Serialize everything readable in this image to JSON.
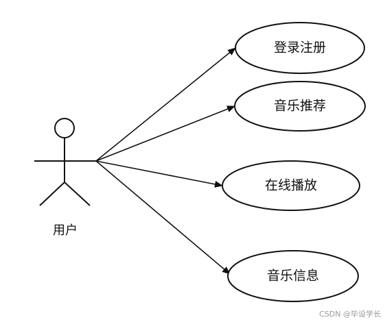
{
  "actor": {
    "label": "用户"
  },
  "use_cases": [
    {
      "label": "登录注册"
    },
    {
      "label": "音乐推荐"
    },
    {
      "label": "在线播放"
    },
    {
      "label": "音乐信息"
    }
  ],
  "watermark": "CSDN @毕设学长",
  "colors": {
    "stroke": "#111111",
    "background": "#ffffff",
    "watermark": "#9a9a9a"
  }
}
